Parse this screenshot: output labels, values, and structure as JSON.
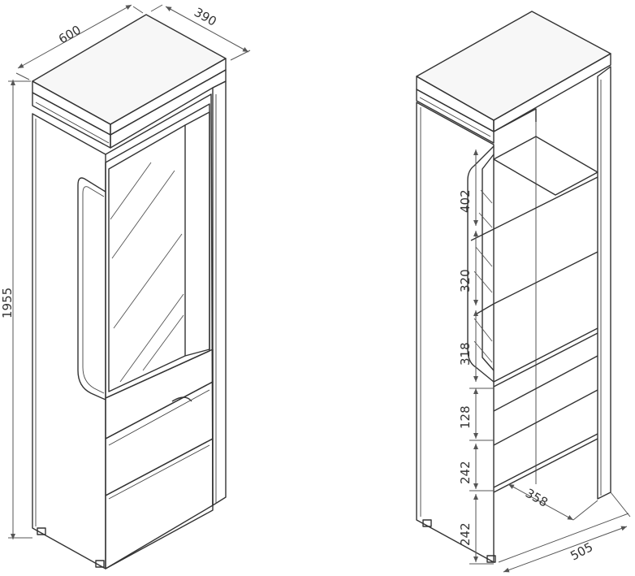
{
  "left_view": {
    "dims": {
      "width": "600",
      "depth": "390",
      "height": "1955"
    }
  },
  "right_view": {
    "dims": {
      "shelf_1": "402",
      "shelf_2": "320",
      "shelf_3": "318",
      "drawer_1": "128",
      "drawer_2": "242",
      "drawer_3": "242",
      "inner_depth": "358",
      "depth": "505"
    }
  }
}
